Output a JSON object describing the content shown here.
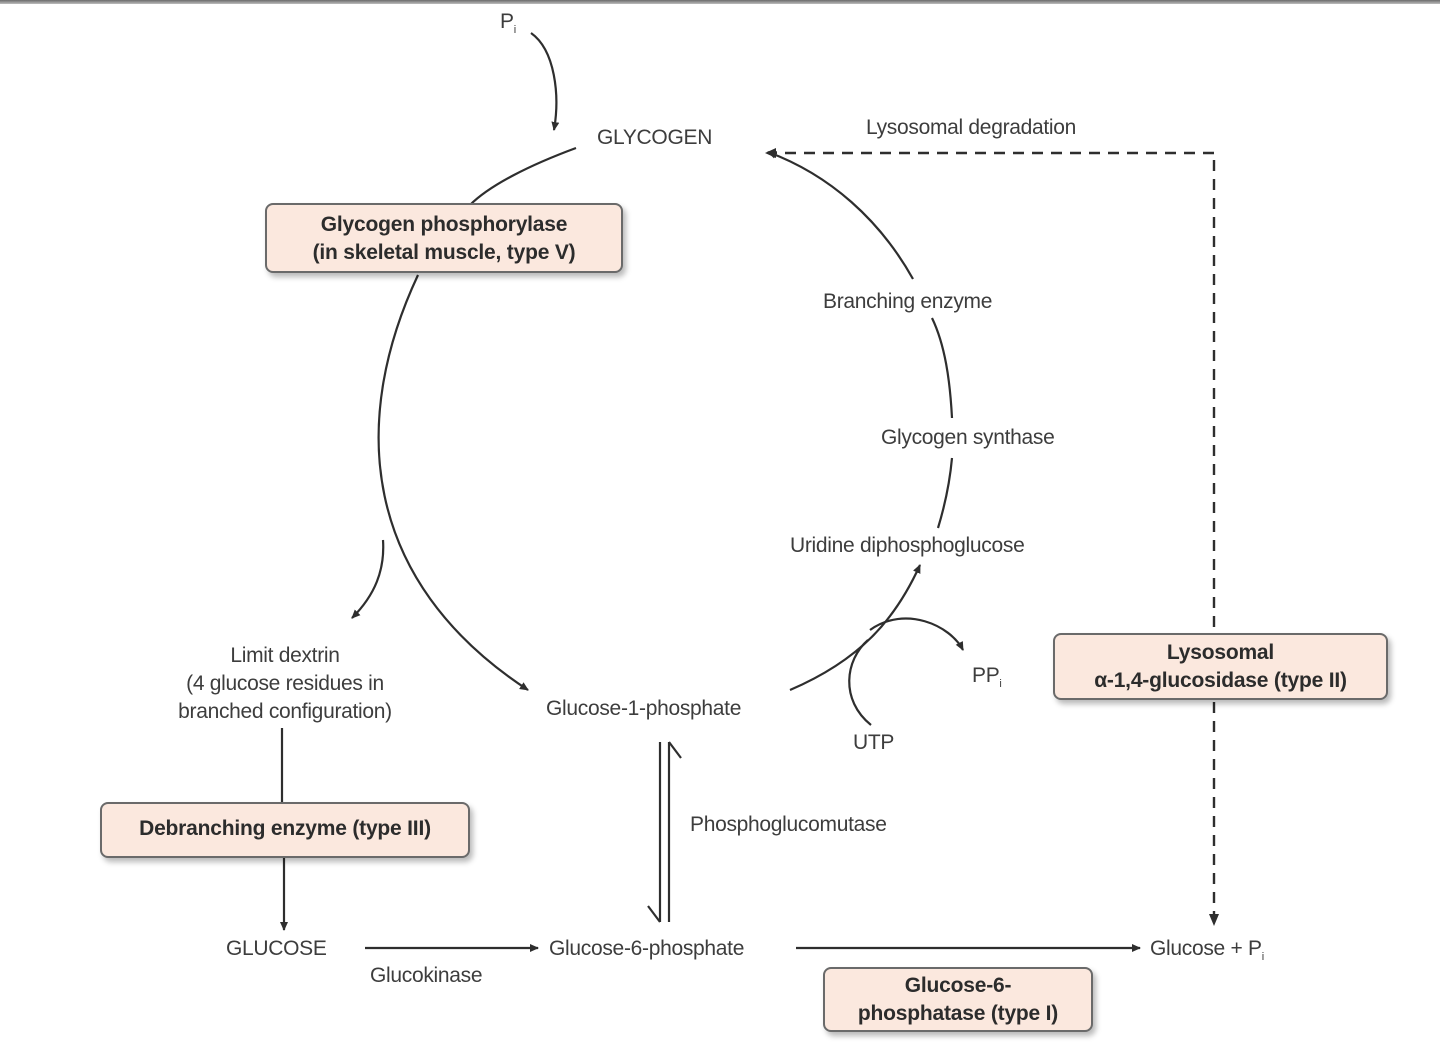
{
  "title": "Glycogen metabolism and glycogen storage disease enzyme defects",
  "metabolites": {
    "pi_top": "P",
    "pi_top_sub": "i",
    "glycogen": "GLYCOGEN",
    "limit_dextrin_line1": "Limit dextrin",
    "limit_dextrin_line2": "(4 glucose residues in",
    "limit_dextrin_line3": "branched configuration)",
    "glucose_1_phosphate": "Glucose-1-phosphate",
    "glucose_6_phosphate": "Glucose-6-phosphate",
    "glucose": "GLUCOSE",
    "glucose_pi": "Glucose + P",
    "glucose_pi_sub": "i",
    "udp_glucose": "Uridine diphosphoglucose",
    "utp": "UTP",
    "ppi": "PP",
    "ppi_sub": "i"
  },
  "enzymes": {
    "branching_enzyme": "Branching enzyme",
    "glycogen_synthase": "Glycogen synthase",
    "phosphoglucomutase": "Phosphoglucomutase",
    "glucokinase": "Glucokinase",
    "lysosomal_degradation": "Lysosomal degradation"
  },
  "disease_boxes": {
    "phosphorylase_line1": "Glycogen phosphorylase",
    "phosphorylase_line2": "(in skeletal muscle, type V)",
    "debranching": "Debranching enzyme (type III)",
    "lysosomal_line1": "Lysosomal",
    "lysosomal_line2": "α-1,4-glucosidase (type II)",
    "g6pase_line1": "Glucose-6-",
    "g6pase_line2": "phosphatase (type I)"
  },
  "colors": {
    "box_fill": "#fbe8de",
    "box_border": "#6a6a6a",
    "line": "#2e2e2e",
    "text": "#3d3d3d"
  }
}
